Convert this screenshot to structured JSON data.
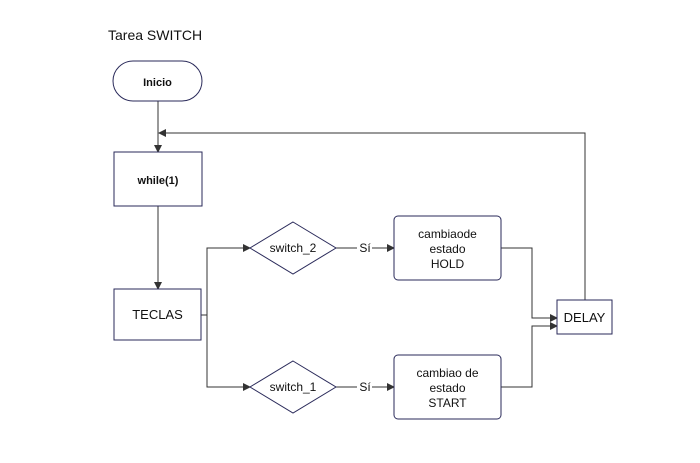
{
  "title": "Tarea SWITCH",
  "nodes": {
    "inicio": "Inicio",
    "while": "while(1)",
    "teclas": "TECLAS",
    "switch2": "switch_2",
    "switch1": "switch_1",
    "hold": [
      "cambiaode",
      "estado",
      "HOLD"
    ],
    "start": [
      "cambiao de",
      "estado",
      "START"
    ],
    "delay": "DELAY"
  },
  "edge_labels": {
    "switch2_yes": "Sí",
    "switch1_yes": "Sí"
  },
  "colors": {
    "shape_stroke": "#2a2a5a",
    "connector": "#333333"
  }
}
